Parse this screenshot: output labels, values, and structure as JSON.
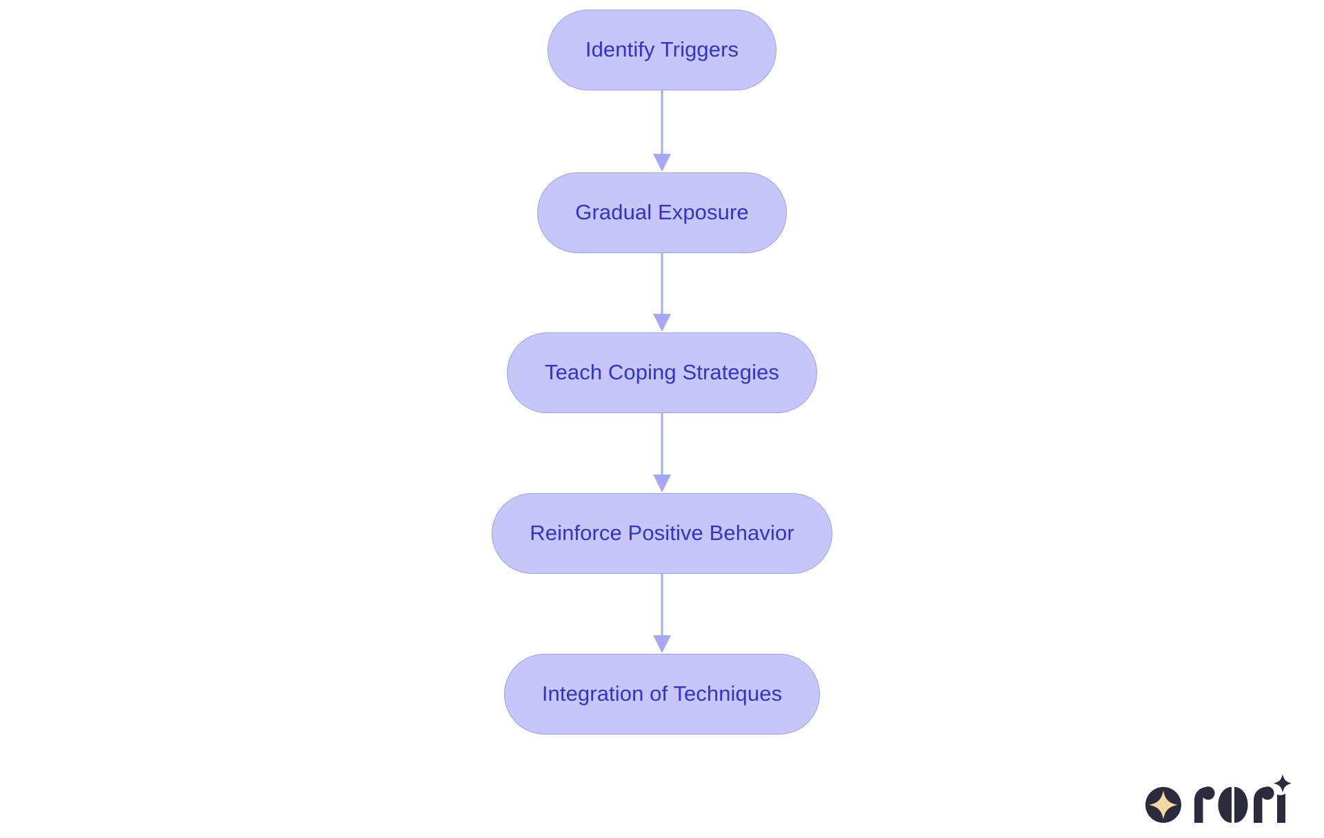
{
  "chart_data": {
    "type": "diagram",
    "diagram_kind": "flowchart",
    "orientation": "vertical-top-to-bottom",
    "title": "",
    "nodes": [
      {
        "id": "n1",
        "label": "Identify Triggers",
        "shape": "stadium",
        "order": 1
      },
      {
        "id": "n2",
        "label": "Gradual Exposure",
        "shape": "stadium",
        "order": 2
      },
      {
        "id": "n3",
        "label": "Teach Coping Strategies",
        "shape": "stadium",
        "order": 3
      },
      {
        "id": "n4",
        "label": "Reinforce Positive Behavior",
        "shape": "stadium",
        "order": 4
      },
      {
        "id": "n5",
        "label": "Integration of Techniques",
        "shape": "stadium",
        "order": 5
      }
    ],
    "edges": [
      {
        "from": "n1",
        "to": "n2",
        "label": "",
        "arrow": "single"
      },
      {
        "from": "n2",
        "to": "n3",
        "label": "",
        "arrow": "single"
      },
      {
        "from": "n3",
        "to": "n4",
        "label": "",
        "arrow": "single"
      },
      {
        "from": "n4",
        "to": "n5",
        "label": "",
        "arrow": "single"
      }
    ],
    "colors": {
      "background": "#ffffff",
      "node_fill": "#c6c7f8",
      "node_border": "#9a9df0",
      "node_text": "#3232cc",
      "edge": "#a5a8f3"
    },
    "legend": [],
    "annotations": []
  },
  "branding": {
    "name": "rori",
    "badge_icon": "four-point-star-icon",
    "accent_star_icon": "four-point-star-icon",
    "colors": {
      "mark": "#2b2b3d",
      "star": "#f6d9a0"
    }
  }
}
